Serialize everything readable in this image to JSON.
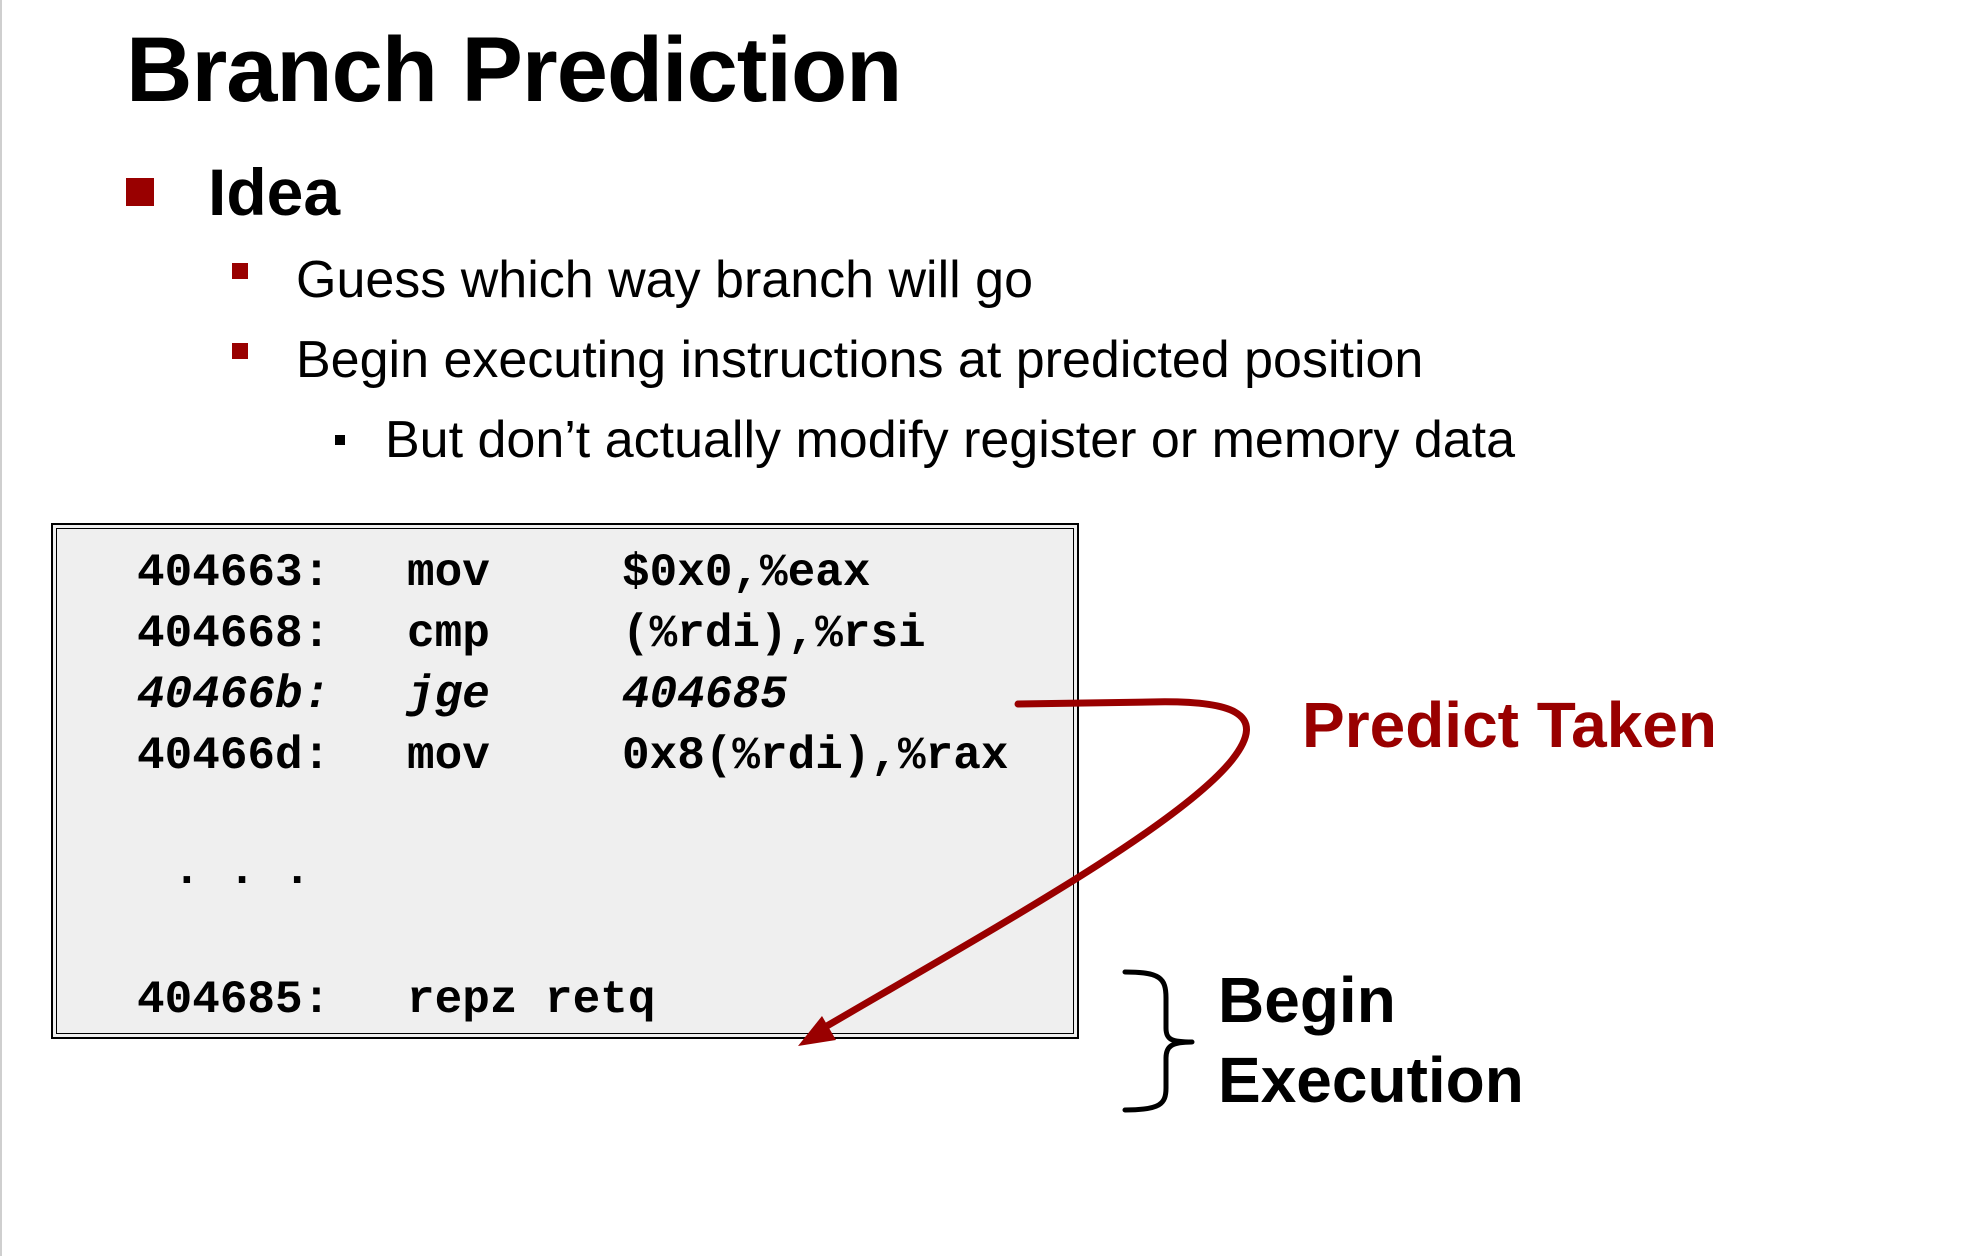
{
  "slide": {
    "title": "Branch Prediction",
    "heading": "Idea",
    "bullets": [
      "Guess which way branch will go",
      "Begin executing instructions at predicted position"
    ],
    "sub_bullet": "But don’t actually modify register or memory data"
  },
  "code": {
    "rows": [
      {
        "addr": "404663:",
        "op": "mov",
        "args": "$0x0,%eax"
      },
      {
        "addr": "404668:",
        "op": "cmp",
        "args": "(%rdi),%rsi"
      },
      {
        "addr": "40466b:",
        "op": "jge",
        "args": "404685"
      },
      {
        "addr": "40466d:",
        "op": "mov",
        "args": "0x8(%rdi),%rax"
      }
    ],
    "ellipsis": ". . .",
    "target": {
      "addr": "404685:",
      "instr": "repz retq"
    }
  },
  "annotations": {
    "predict": "Predict Taken",
    "begin_line1": "Begin",
    "begin_line2": "Execution"
  },
  "colors": {
    "accent": "#990000",
    "code_bg": "#efefef"
  }
}
